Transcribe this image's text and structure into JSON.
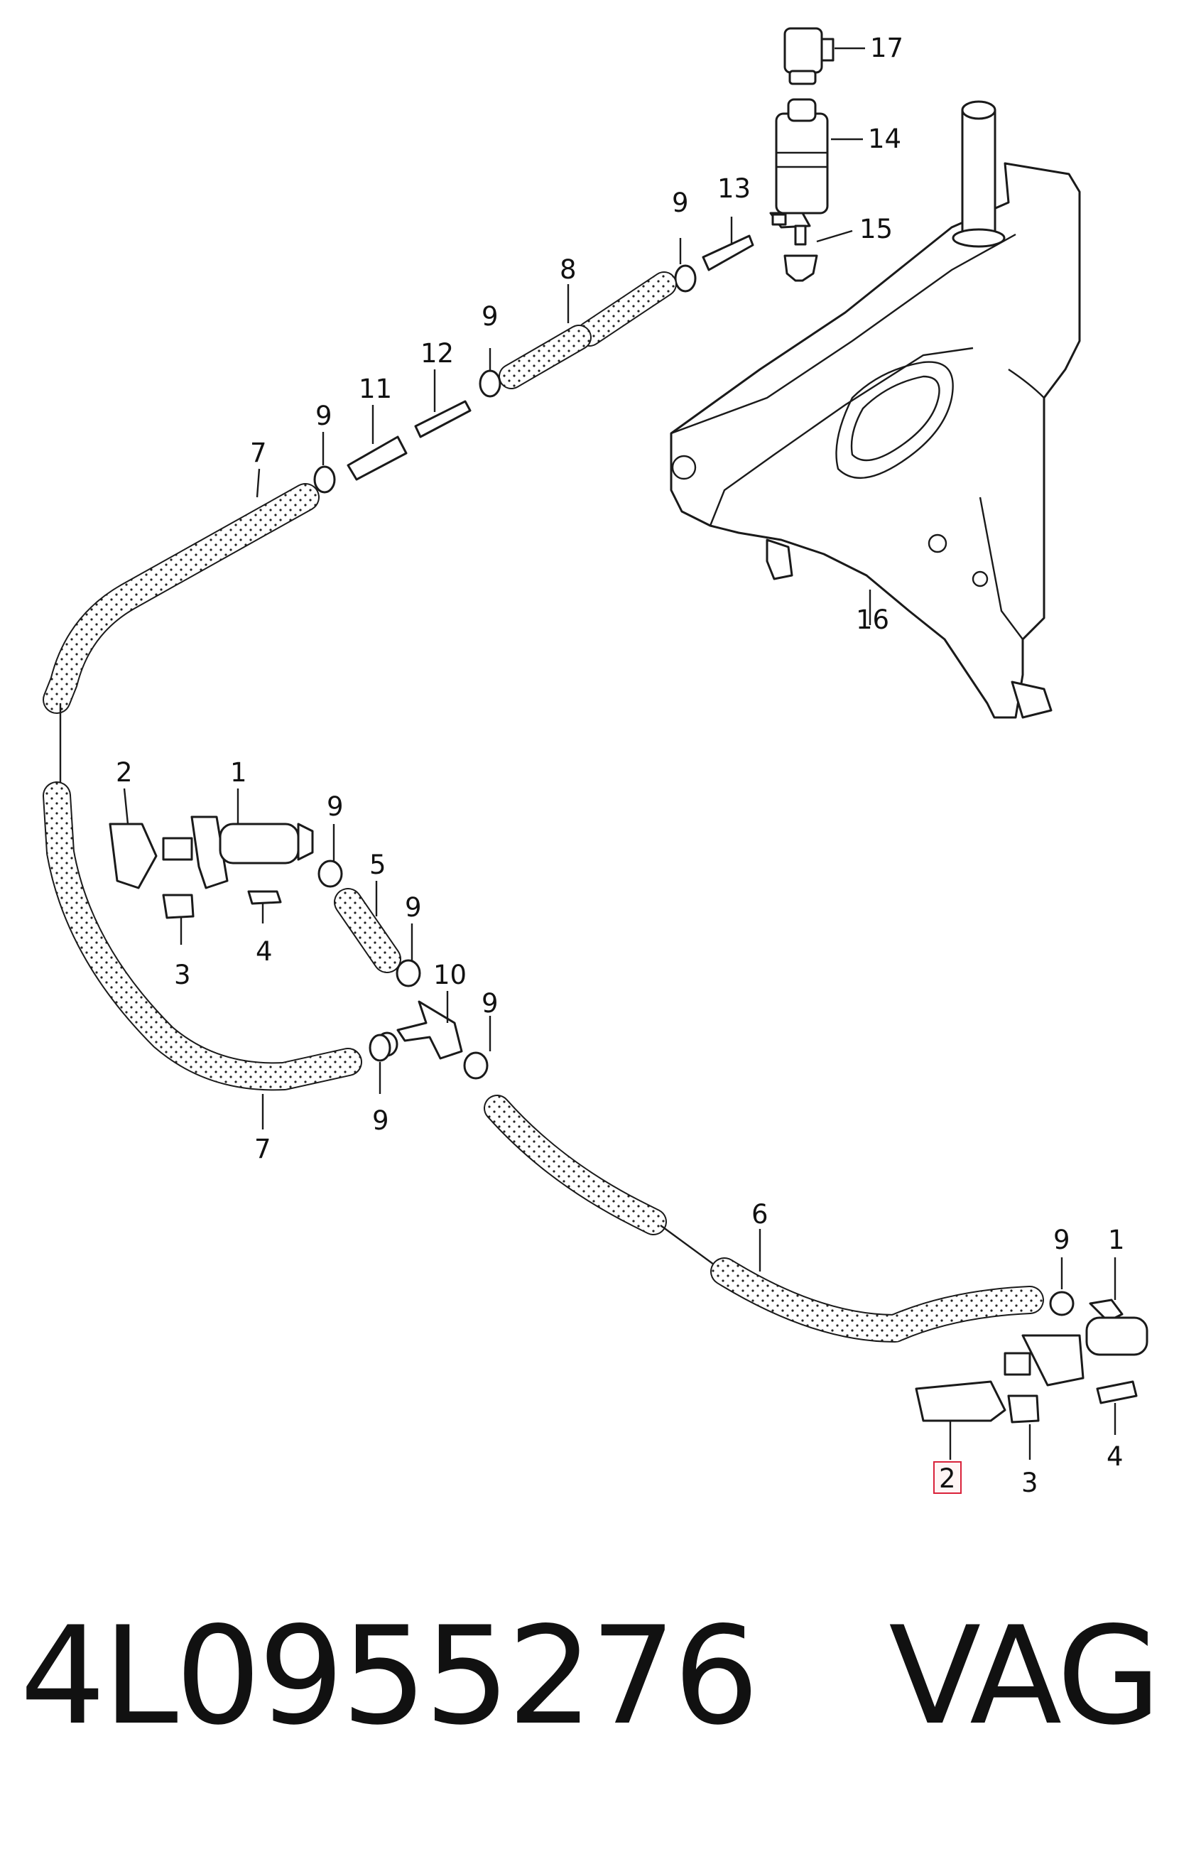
{
  "diagram": {
    "callouts": {
      "c17": "17",
      "c14": "14",
      "c15": "15",
      "c13": "13",
      "c9_tank": "9",
      "c8": "8",
      "c9_b": "9",
      "c12": "12",
      "c11": "11",
      "c9_c": "9",
      "c7_top": "7",
      "c16": "16",
      "c2_left": "2",
      "c1_left": "1",
      "c9_d": "9",
      "c5": "5",
      "c9_e": "9",
      "c10": "10",
      "c9_f": "9",
      "c4_left": "4",
      "c3_left": "3",
      "c7_bottom": "7",
      "c9_g": "9",
      "c6": "6",
      "c9_right": "9",
      "c1_right": "1",
      "c4_right": "4",
      "c3_right": "3",
      "c2_right": "2"
    },
    "highlighted_callout": "2"
  },
  "footer": {
    "part_number": "4L0955276",
    "brand": "VAG"
  },
  "colors": {
    "line": "#1a1a1a",
    "highlight": "#d9223a",
    "background": "#ffffff"
  }
}
